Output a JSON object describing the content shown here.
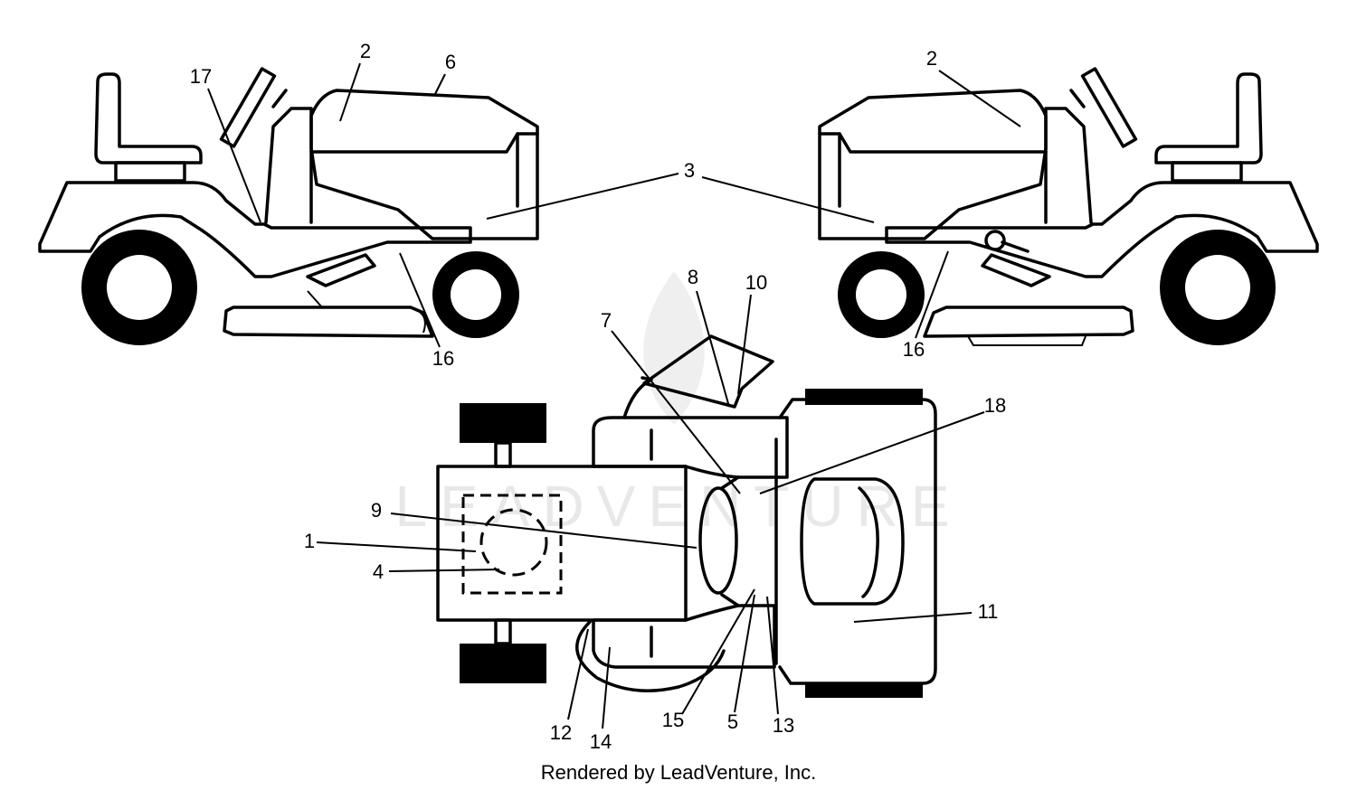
{
  "callouts": {
    "c1": "1",
    "c2a": "2",
    "c2b": "2",
    "c3": "3",
    "c4": "4",
    "c5": "5",
    "c6": "6",
    "c7": "7",
    "c8": "8",
    "c9": "9",
    "c10": "10",
    "c11": "11",
    "c12": "12",
    "c13": "13",
    "c14": "14",
    "c15": "15",
    "c16a": "16",
    "c16b": "16",
    "c17": "17",
    "c18": "18"
  },
  "watermark": "LEADVENTURE",
  "footer": "Rendered by LeadVenture, Inc."
}
